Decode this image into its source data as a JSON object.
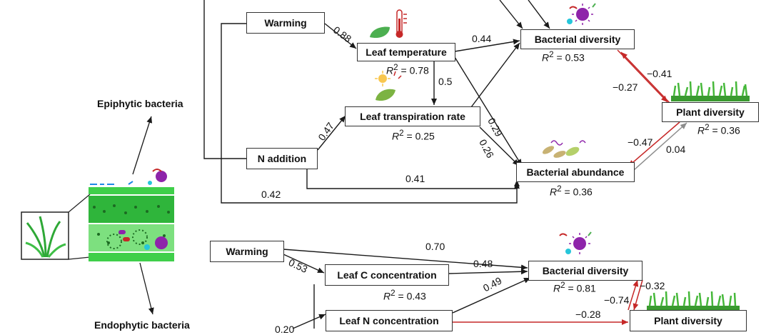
{
  "colors": {
    "neutral": "#1a1a1a",
    "negative": "#c62828",
    "gray_link": "#8c8c8c",
    "leaf_green": "#2ea836",
    "tissue_green": "#3fcf4a",
    "virus_purple": "#8e24aa"
  },
  "left_panel": {
    "epiphytic_label": "Epiphytic bacteria",
    "endophytic_label": "Endophytic bacteria"
  },
  "epiphytic_model": {
    "boxes": {
      "warming": "Warming",
      "leaf_temperature": "Leaf temperature",
      "leaf_transpiration": "Leaf transpiration rate",
      "n_addition": "N addition",
      "bacterial_diversity": "Bacterial diversity",
      "bacterial_abundance": "Bacterial abundance",
      "plant_diversity": "Plant diversity"
    },
    "r2": {
      "leaf_temperature": "= 0.78",
      "leaf_transpiration": "= 0.25",
      "bacterial_diversity": "= 0.53",
      "bacterial_abundance": "= 0.36",
      "plant_diversity": "= 0.36"
    },
    "paths": {
      "warming_leaftemp": "0.88",
      "leaftemp_bacdiv": "0.44",
      "leaftemp_transp": "0.5",
      "naddition_transp": "0.47",
      "naddition_bacabund": "0.41",
      "warming_bacabund": "0.42",
      "transp_bacabund": "0.29",
      "leaftemp_bacabund": "0.26",
      "bacdiv_plantdiv": "−0.41",
      "plantdiv_bacdiv": "−0.27",
      "plantdiv_bacabund": "−0.47",
      "bacabund_plantdiv": "0.04"
    }
  },
  "endophytic_model": {
    "boxes": {
      "warming": "Warming",
      "leaf_c": "Leaf C concentration",
      "leaf_n": "Leaf N concentration",
      "bacterial_diversity": "Bacterial diversity",
      "plant_diversity": "Plant diversity"
    },
    "r2": {
      "leaf_c": "= 0.43",
      "bacterial_diversity": "= 0.81"
    },
    "paths": {
      "warming_bacdiv": "0.70",
      "warming_leafc": "0.53",
      "leafc_bacdiv": "0.48",
      "leafn_bacdiv": "0.49",
      "leafn_plantdiv": "−0.28",
      "plantdiv_bacdiv": "−0.74",
      "bacdiv_plantdiv": "−0.32",
      "partial": "0.20"
    }
  }
}
